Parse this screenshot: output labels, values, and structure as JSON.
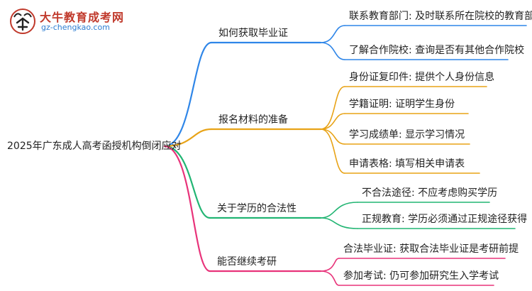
{
  "logo": {
    "title": "大牛教育成考网",
    "url": "gz-chengkao.com"
  },
  "root": {
    "label": "2025年广东成人高考函授机构倒闭应对"
  },
  "branches": [
    {
      "label": "如何获取毕业证",
      "color": "#2f86e8",
      "children": [
        "联系教育部门: 及时联系所在院校的教育部门",
        "了解合作院校: 查询是否有其他合作院校"
      ]
    },
    {
      "label": "报名材料的准备",
      "color": "#e8a317",
      "children": [
        "身份证复印件: 提供个人身份信息",
        "学籍证明: 证明学生身份",
        "学习成绩单: 显示学习情况",
        "申请表格: 填写相关申请表"
      ]
    },
    {
      "label": "关于学历的合法性",
      "color": "#22b573",
      "children": [
        "不合法途径: 不应考虑购买学历",
        "正规教育: 学历必须通过正规途径获得"
      ]
    },
    {
      "label": "能否继续考研",
      "color": "#e8337a",
      "children": [
        "合法毕业证: 获取合法毕业证是考研前提",
        "参加考试: 仍可参加研究生入学考试"
      ]
    }
  ]
}
